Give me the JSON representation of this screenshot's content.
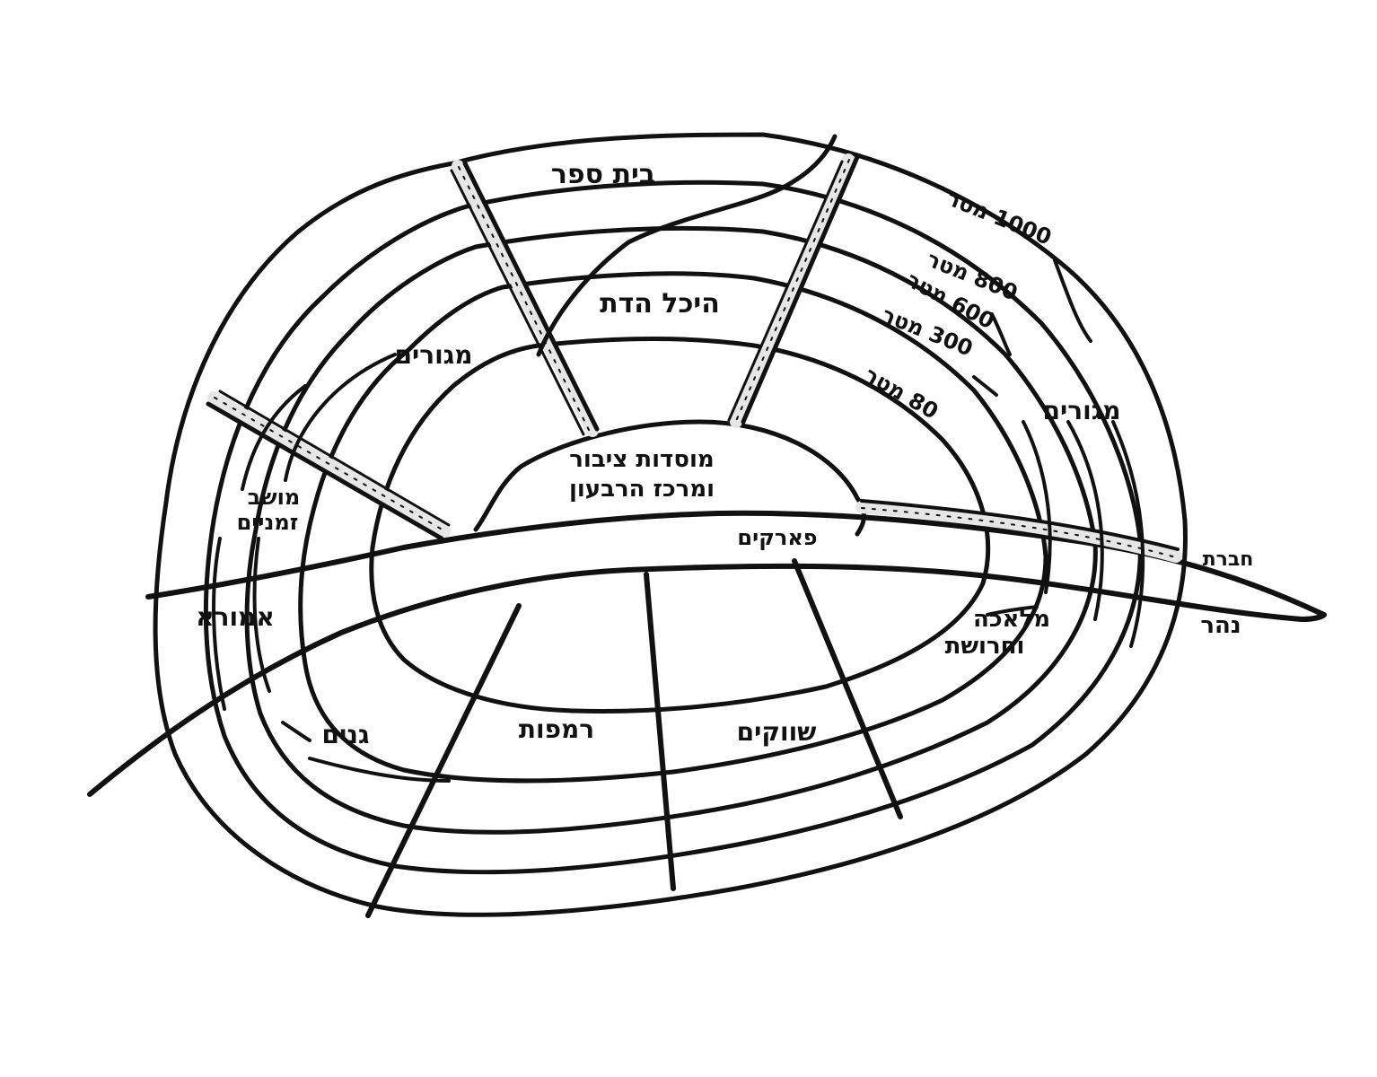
{
  "colors": {
    "ink": "#111111",
    "background": "#ffffff",
    "railway_fill": "#e6e6e6"
  },
  "labels": {
    "library": "בית ספר",
    "center_1": "מוסדות ציבור",
    "center_2": "ומרכז הרבעון",
    "hekhal": "היכל הדת",
    "mgurim_left": "מגורים",
    "mgurim_right": "מגורים",
    "moshav_1": "מושב",
    "moshav_2": "זמניים",
    "industry_1": "מלאכה",
    "industry_2": "וחרושת",
    "park": "פארקים",
    "amorim": "אמורא",
    "gardens": "גנים",
    "ramot": "רמפות",
    "shaul": "שווקים",
    "port": "חברת",
    "nahar": "נהר"
  },
  "distances": {
    "d1000": "1000 מטר",
    "d800": "800 מטר",
    "d600": "600 מטר",
    "d300": "300 מטר",
    "d80": "80 מטר"
  }
}
